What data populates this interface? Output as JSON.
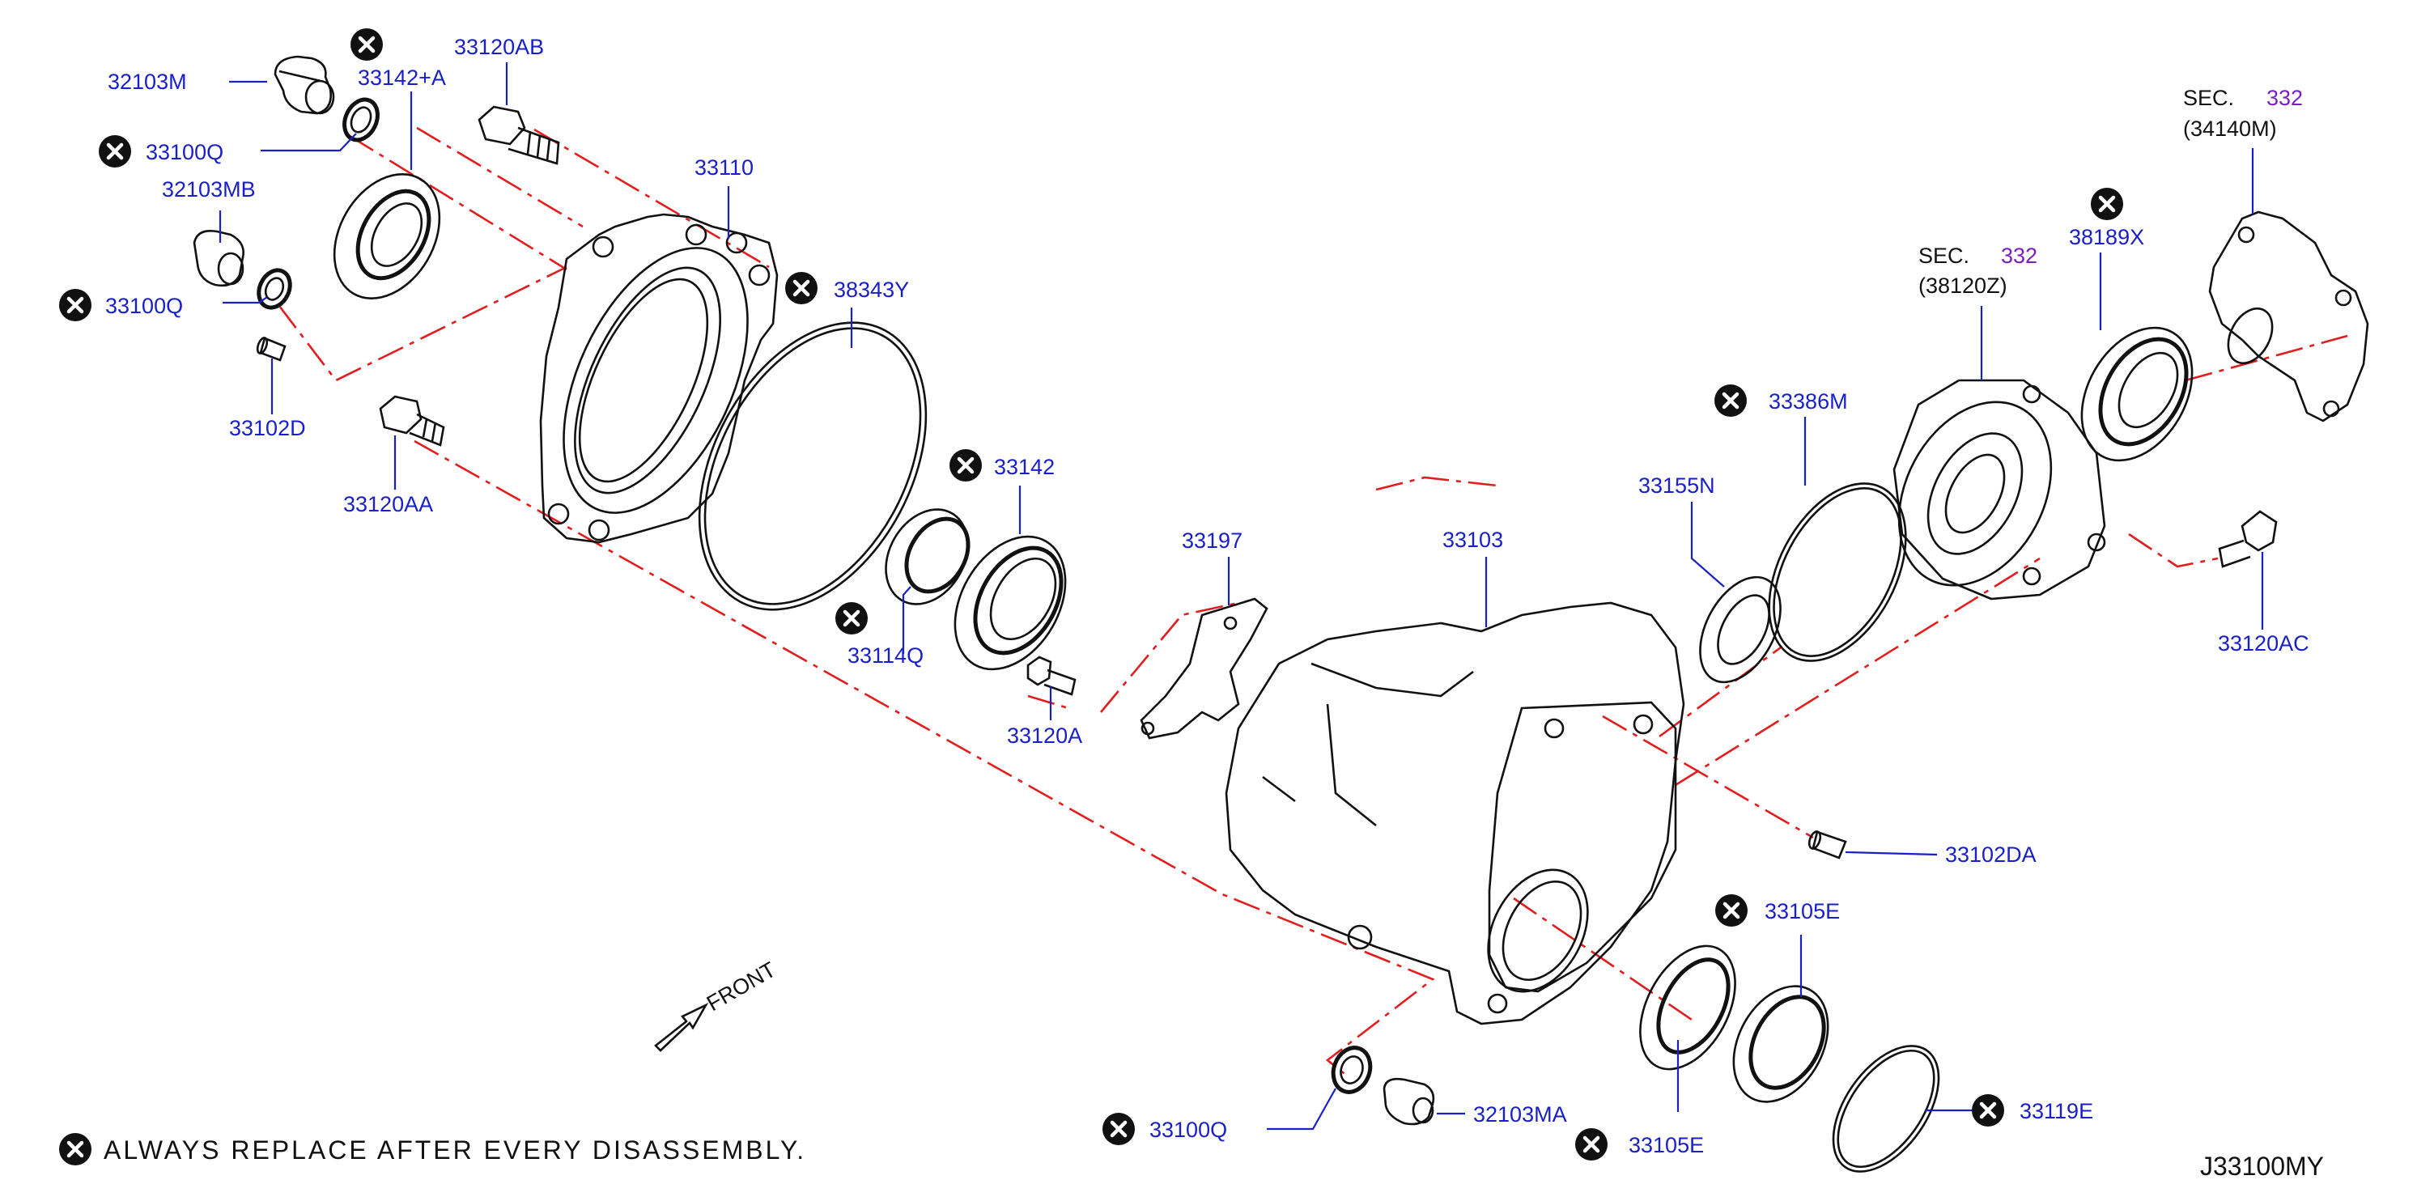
{
  "diagram": {
    "colors": {
      "label": "#1a20c8",
      "line": "#111111",
      "reference": "#e21d1d",
      "section": "#7a1fc4"
    },
    "replace_mark_icon": "circled-x-icon",
    "parts": {
      "p32103M": "32103M",
      "p33142A": "33142+A",
      "p33120AB": "33120AB",
      "p33100Q_a": "33100Q",
      "p32103MB": "32103MB",
      "p33110": "33110",
      "p33100Q_b": "33100Q",
      "p38343Y": "38343Y",
      "p33102D": "33102D",
      "p33120AA": "33120AA",
      "p33142": "33142",
      "p33114Q": "33114Q",
      "p33197": "33197",
      "p33120A": "33120A",
      "p33103": "33103",
      "p33155N": "33155N",
      "p33386M": "33386M",
      "p38189X": "38189X",
      "p33120AC": "33120AC",
      "p33102DA": "33102DA",
      "p33105E_a": "33105E",
      "p33105E_b": "33105E",
      "p33119E": "33119E",
      "p33100Q_c": "33100Q",
      "p32103MA": "32103MA"
    },
    "sec1": {
      "prefix": "SEC.",
      "num": "332",
      "ref": "(34140M)"
    },
    "sec2": {
      "prefix": "SEC.",
      "num": "332",
      "ref": "(38120Z)"
    },
    "front_label": "FRONT",
    "note": "ALWAYS REPLACE AFTER EVERY DISASSEMBLY.",
    "code": "J33100MY"
  }
}
